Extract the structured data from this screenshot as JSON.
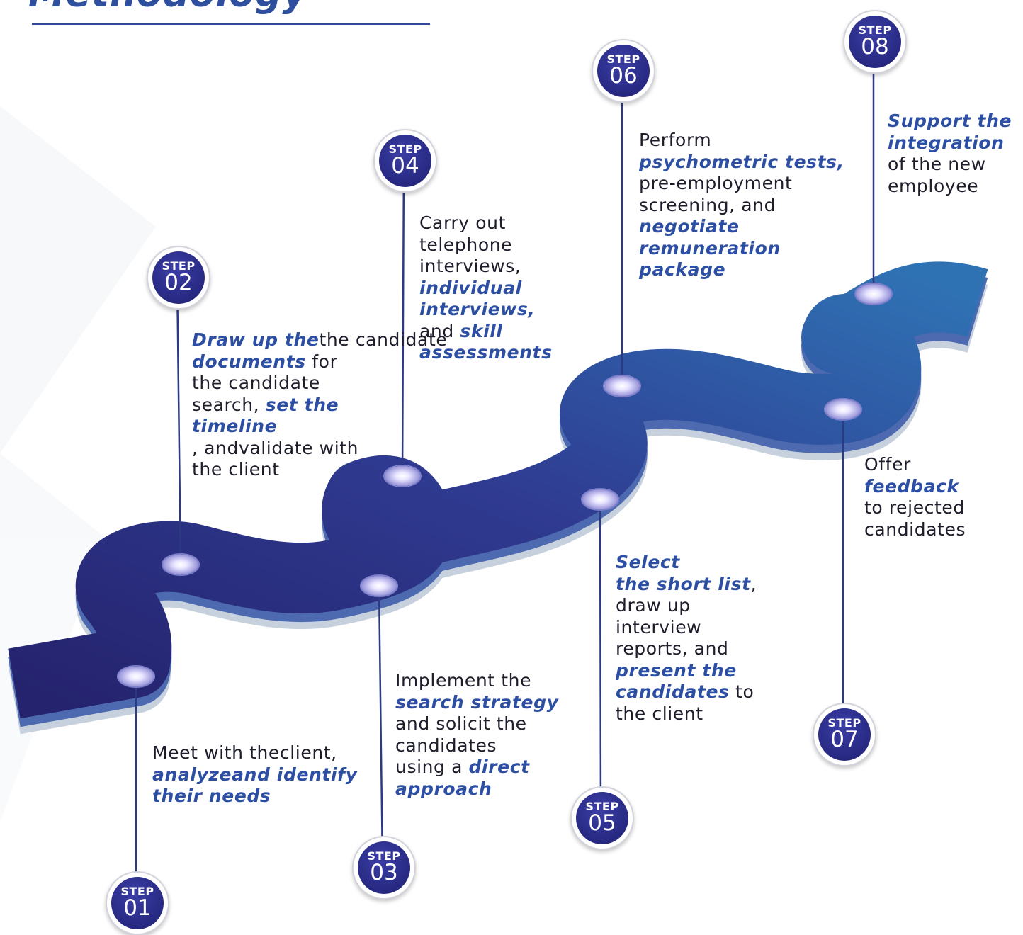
{
  "title": "Methodology",
  "step_word": "STEP",
  "steps": [
    {
      "num": "01",
      "segments": [
        [
          "Meet with the",
          false
        ],
        [
          "client, ",
          false
        ],
        [
          "analyze",
          true
        ],
        [
          "and identify",
          true
        ],
        [
          "their needs",
          true
        ]
      ]
    },
    {
      "num": "02",
      "segments": [
        [
          "Draw up the",
          true
        ],
        [
          "documents",
          true
        ],
        [
          " for",
          false
        ],
        [
          "the candidate",
          false
        ],
        [
          "search, ",
          false
        ],
        [
          "set the",
          true
        ],
        [
          "timeline",
          true
        ],
        [
          ", and",
          false
        ],
        [
          "validate with",
          false
        ],
        [
          "the client",
          false
        ]
      ]
    },
    {
      "num": "03",
      "segments": [
        [
          "Implement the",
          false
        ],
        [
          "search strategy",
          true
        ],
        [
          "and solicit the",
          false
        ],
        [
          "candidates",
          false
        ],
        [
          "using a ",
          false
        ],
        [
          "direct",
          true
        ],
        [
          "approach",
          true
        ]
      ]
    },
    {
      "num": "04",
      "segments": [
        [
          "Carry out",
          false
        ],
        [
          "telephone",
          false
        ],
        [
          "interviews,",
          false
        ],
        [
          "individual",
          true
        ],
        [
          "interviews,",
          true
        ],
        [
          "and ",
          false
        ],
        [
          "skill",
          true
        ],
        [
          "assessments",
          true
        ]
      ]
    },
    {
      "num": "05",
      "segments": [
        [
          "Select",
          true
        ],
        [
          "the short list",
          true
        ],
        [
          ",",
          false
        ],
        [
          "draw up",
          false
        ],
        [
          "interview",
          false
        ],
        [
          "reports, and",
          false
        ],
        [
          "present the",
          true
        ],
        [
          "candidates",
          true
        ],
        [
          " to",
          false
        ],
        [
          "the client",
          false
        ]
      ]
    },
    {
      "num": "06",
      "segments": [
        [
          "Perform",
          false
        ],
        [
          "psychometric tests,",
          true
        ],
        [
          "pre-employment",
          false
        ],
        [
          "screening, and",
          false
        ],
        [
          "negotiate",
          true
        ],
        [
          "remuneration",
          true
        ],
        [
          "package",
          true
        ]
      ]
    },
    {
      "num": "07",
      "segments": [
        [
          "Offer",
          false
        ],
        [
          "feedback",
          true
        ],
        [
          "to rejected",
          false
        ],
        [
          "candidates",
          false
        ]
      ]
    },
    {
      "num": "08",
      "segments": [
        [
          "Support the",
          true
        ],
        [
          "integration",
          true
        ],
        [
          "of the new",
          false
        ],
        [
          "employee",
          false
        ]
      ]
    }
  ]
}
